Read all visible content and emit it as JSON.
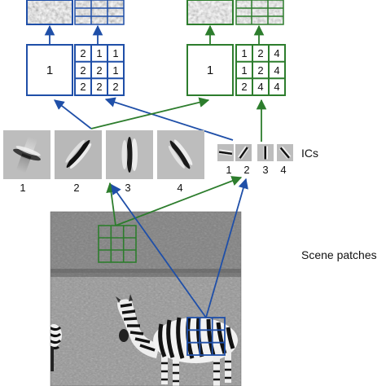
{
  "colors": {
    "blue": "#1f4fa8",
    "green": "#2d7d2d"
  },
  "top_left_group": {
    "pool_label": "1",
    "grid": [
      "2",
      "1",
      "1",
      "2",
      "2",
      "1",
      "2",
      "2",
      "2"
    ]
  },
  "top_right_group": {
    "pool_label": "1",
    "grid": [
      "1",
      "2",
      "4",
      "1",
      "2",
      "4",
      "2",
      "4",
      "4"
    ]
  },
  "large_filters": {
    "labels": [
      "1",
      "2",
      "3",
      "4"
    ]
  },
  "small_filters": {
    "labels": [
      "1",
      "2",
      "3",
      "4"
    ],
    "caption": "ICs"
  },
  "scene": {
    "caption": "Scene patches"
  }
}
